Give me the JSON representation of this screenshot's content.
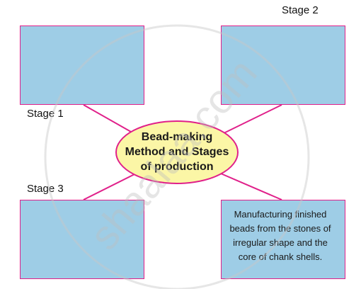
{
  "colors": {
    "box_fill": "#9ecde6",
    "box_border": "#e0208a",
    "connector": "#e0208a",
    "center_fill": "#fbf6a6",
    "center_border": "#e0208a"
  },
  "stages": {
    "stage1": "Stage 1",
    "stage2": "Stage 2",
    "stage3": "Stage 3"
  },
  "center": {
    "line1": "Bead-making",
    "line2": "Method and Stages",
    "line3": "of production"
  },
  "bottom_right": {
    "line1": "Manufacturing finished",
    "line2": "beads from the stones of",
    "line3": "irregular shape and the",
    "line4": "core of chank shells."
  },
  "watermark": {
    "text": "shaalaa.com"
  }
}
